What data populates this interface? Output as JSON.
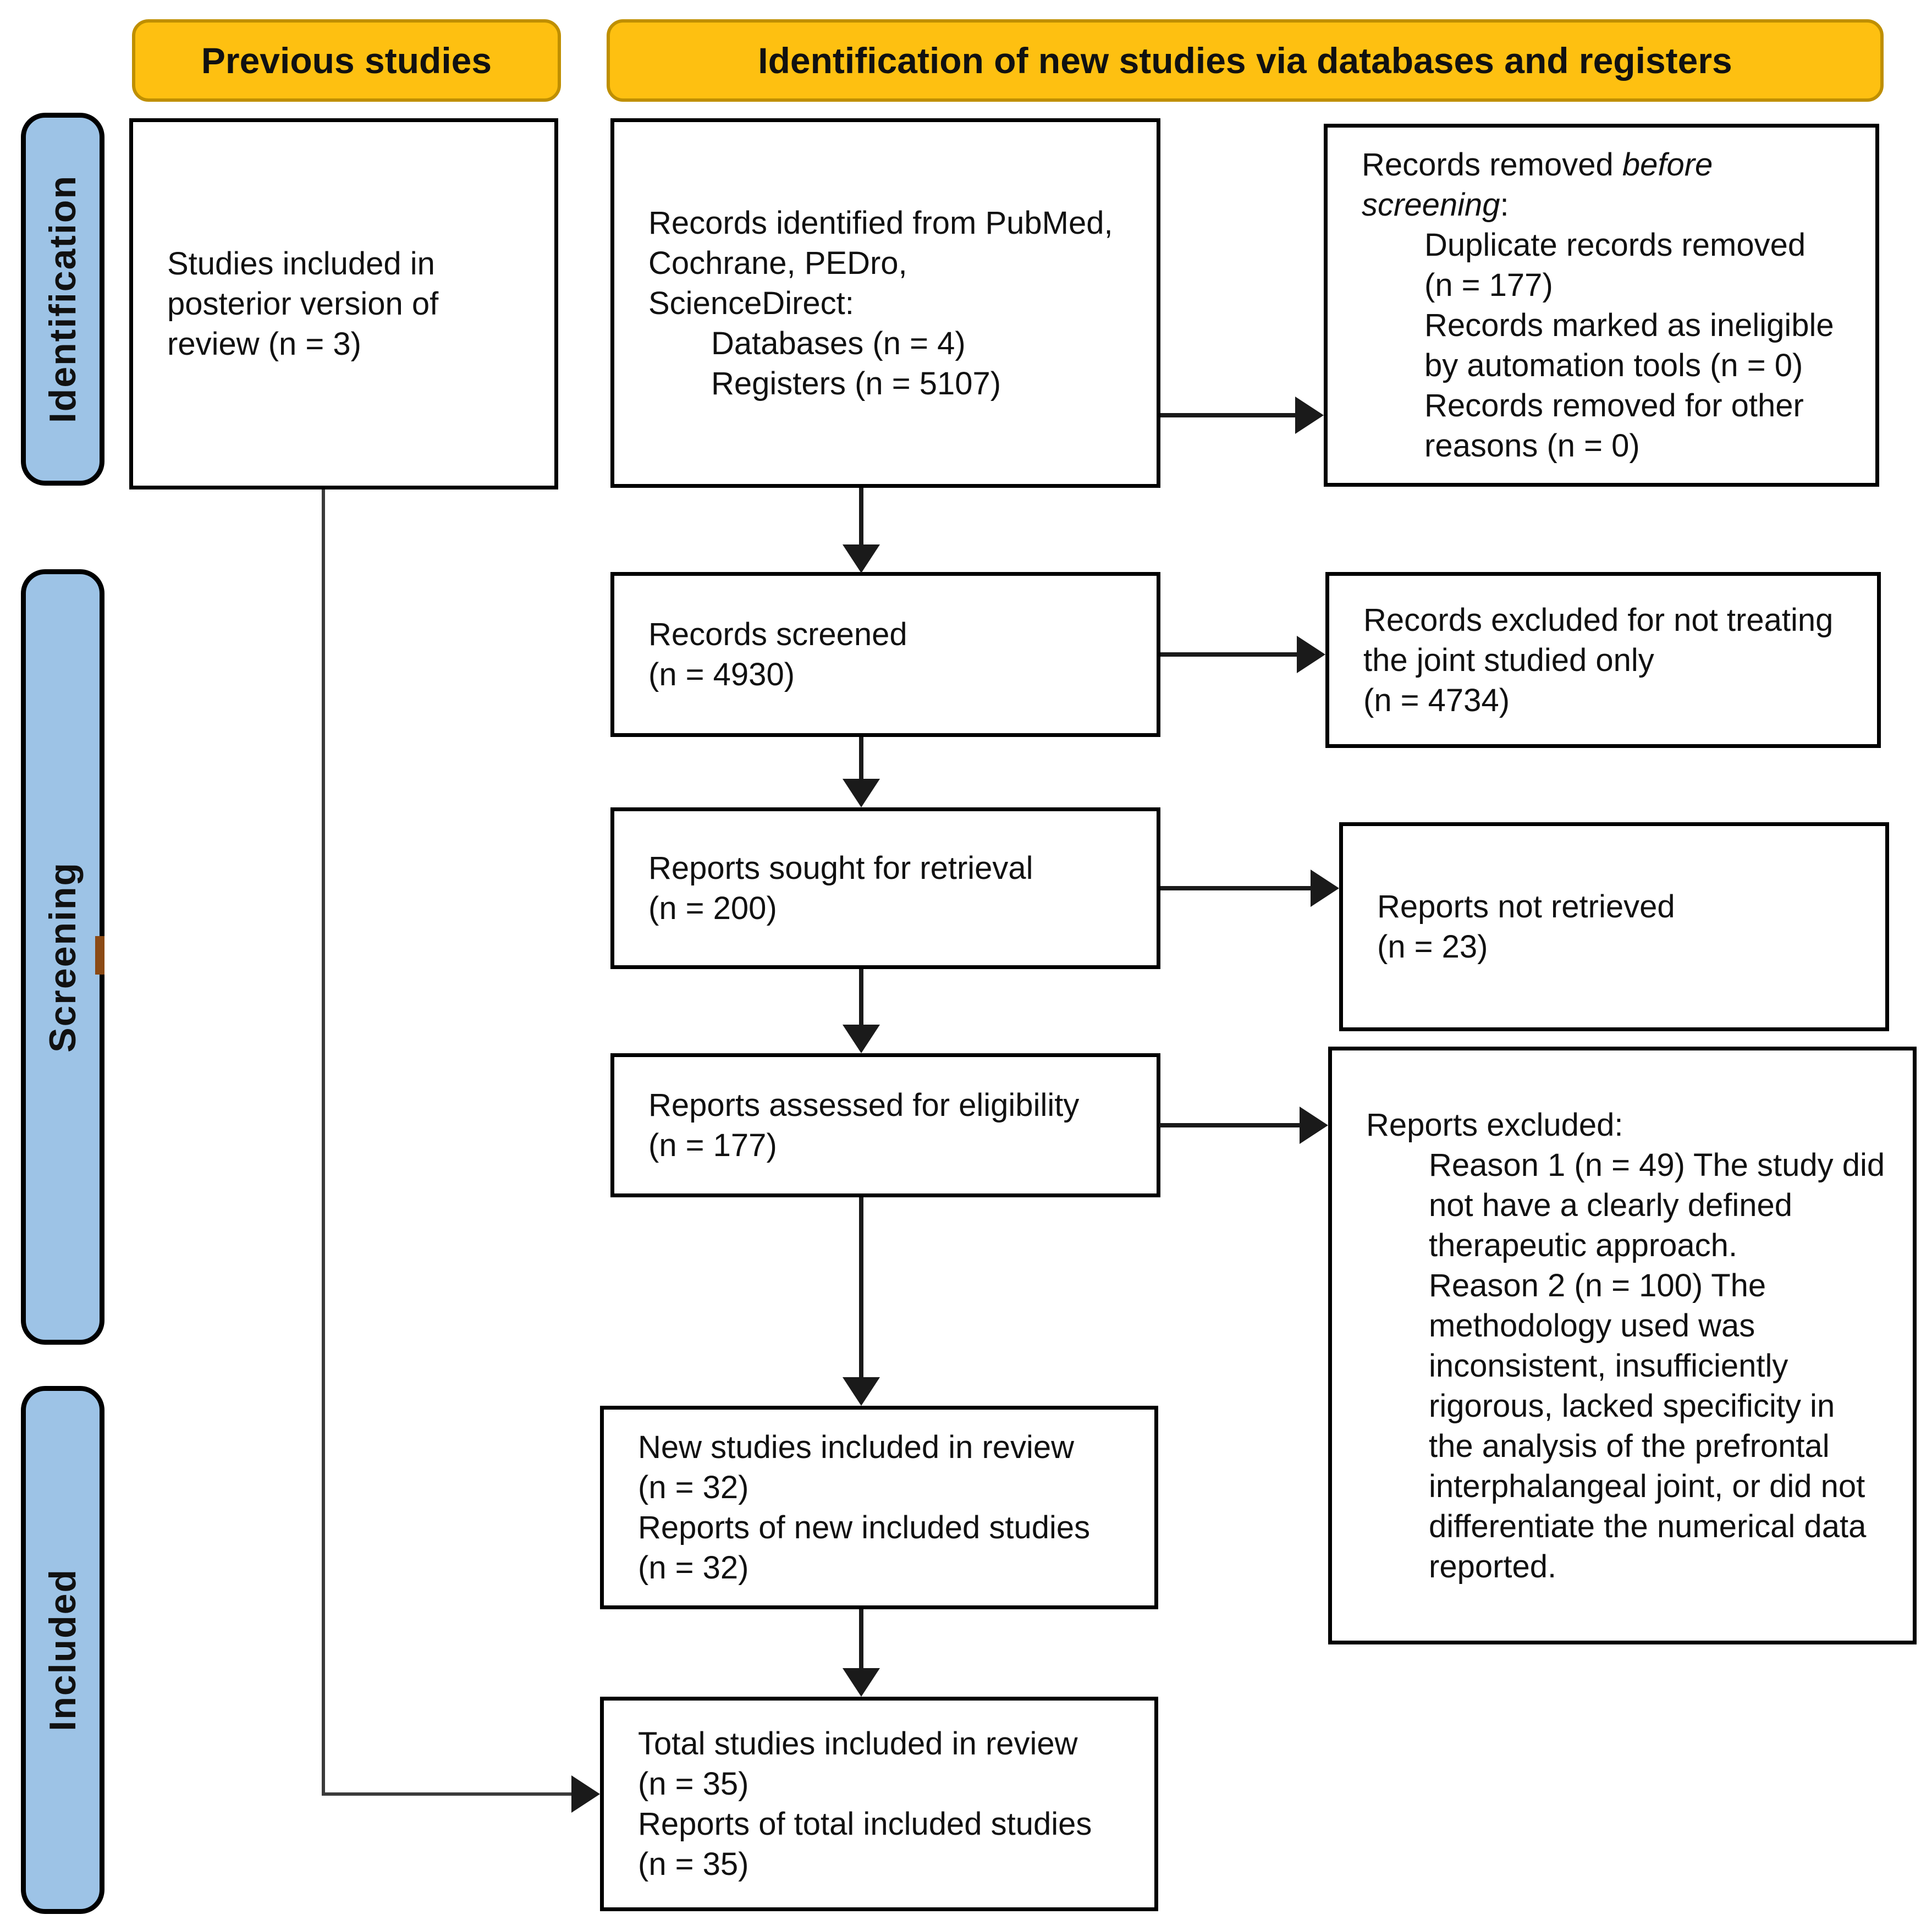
{
  "title": "PRISMA flow diagram",
  "colors": {
    "header_fill": "#FEC011",
    "header_border": "#BF8F00",
    "sidebar_fill": "#9DC3E6",
    "box_border": "#000000",
    "arrow": "#1a1a1a",
    "connector": "#3a3a3a",
    "edge_mark": "#8B4A15"
  },
  "headers": {
    "previous": "Previous studies",
    "new_studies": "Identification of new studies via databases and registers"
  },
  "sidebar": [
    {
      "label": "Identification"
    },
    {
      "label": "Screening"
    },
    {
      "label": "Included"
    }
  ],
  "boxes": {
    "previous_included": {
      "lines": [
        "Studies included in",
        "posterior version of",
        "review (n = 3)"
      ]
    },
    "records_identified": {
      "lines": [
        "Records identified from PubMed,",
        "Cochrane, PEDro,",
        "ScienceDirect:",
        "Databases (n = 4)",
        "Registers (n = 5107)"
      ]
    },
    "records_removed": {
      "l0a": "Records removed ",
      "l0b": "before",
      "l1a": "screening",
      "l1b": ":",
      "lines": [
        "Duplicate records removed",
        "(n = 177)",
        "Records marked as ineligible",
        "by automation tools (n = 0)",
        "Records removed for other",
        "reasons (n = 0)"
      ]
    },
    "records_screened": {
      "lines": [
        "Records screened",
        "(n = 4930)"
      ]
    },
    "records_excluded_joint": {
      "lines": [
        "Records excluded for not treating",
        "the joint studied only",
        "(n = 4734)"
      ]
    },
    "reports_sought": {
      "lines": [
        "Reports sought for retrieval",
        "(n = 200)"
      ]
    },
    "reports_not_retrieved": {
      "lines": [
        "Reports not retrieved",
        "(n = 23)"
      ]
    },
    "reports_assessed": {
      "lines": [
        "Reports assessed for eligibility",
        "(n = 177)"
      ]
    },
    "reports_excluded": {
      "heading": "Reports excluded:",
      "lines": [
        "Reason 1 (n = 49) The study did",
        "not have a clearly defined",
        "therapeutic approach.",
        " Reason 2 (n = 100) The",
        "methodology used was",
        "inconsistent, insufficiently",
        "rigorous, lacked specificity in",
        "the analysis of the prefrontal",
        "interphalangeal joint, or did not",
        "differentiate the numerical data",
        "reported."
      ]
    },
    "new_studies": {
      "lines": [
        "New studies included in review",
        "(n = 32)",
        "Reports of new included studies",
        "(n = 32)"
      ]
    },
    "total_studies": {
      "lines": [
        "Total studies included in review",
        "(n = 35)",
        "Reports of total included studies",
        "(n = 35)"
      ]
    }
  }
}
